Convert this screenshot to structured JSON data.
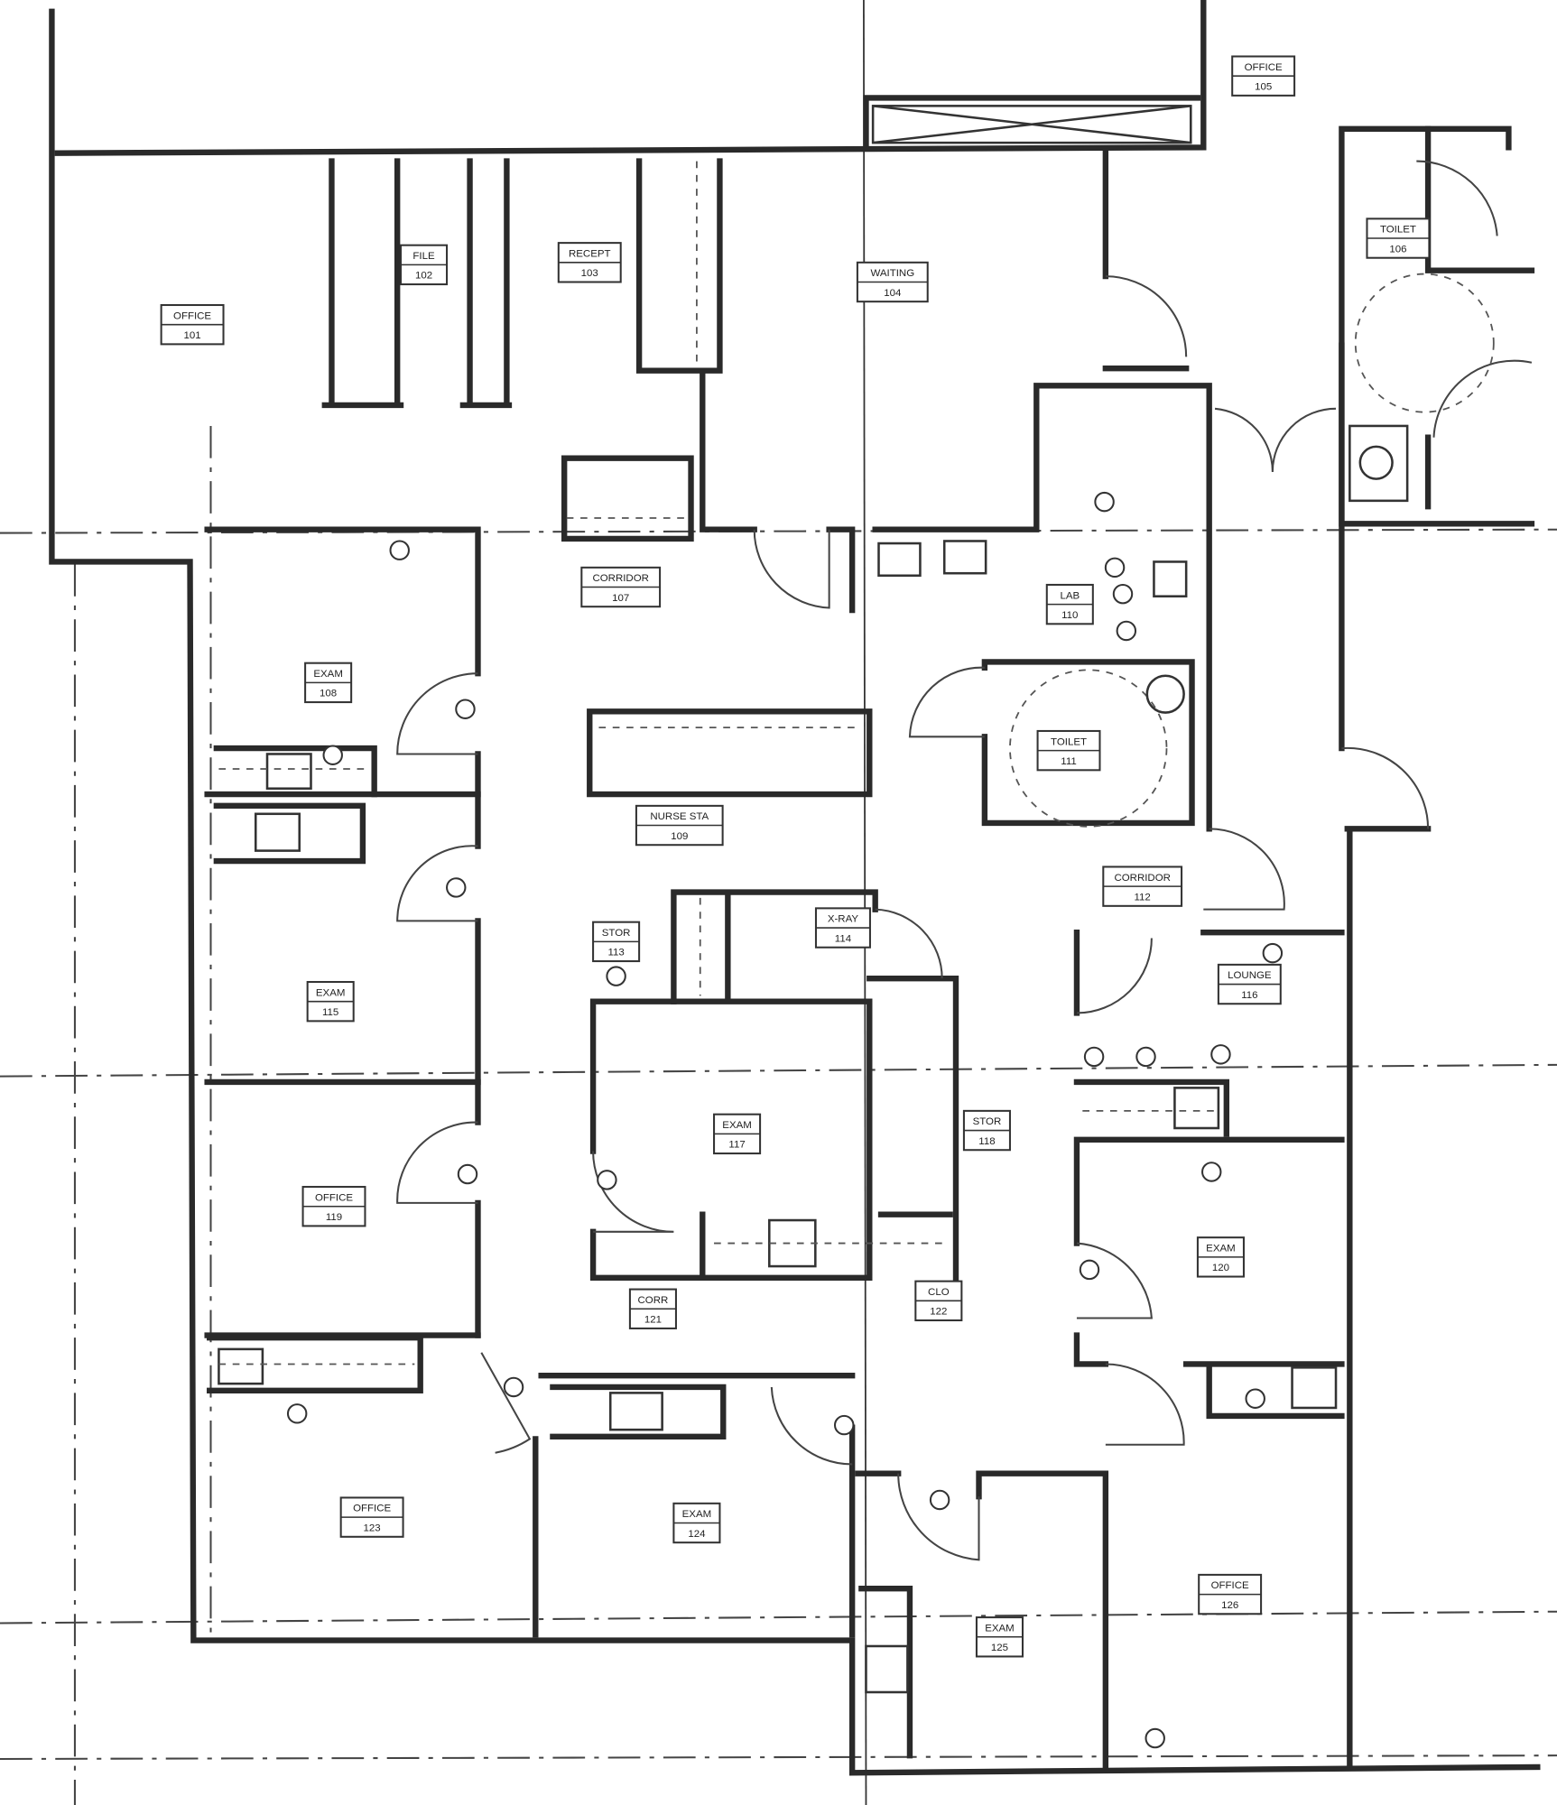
{
  "plan": {
    "rooms": [
      {
        "name": "OFFICE",
        "number": "101"
      },
      {
        "name": "FILE",
        "number": "102"
      },
      {
        "name": "RECEPT",
        "number": "103"
      },
      {
        "name": "WAITING",
        "number": "104"
      },
      {
        "name": "OFFICE",
        "number": "105"
      },
      {
        "name": "TOILET",
        "number": "106"
      },
      {
        "name": "CORRIDOR",
        "number": "107"
      },
      {
        "name": "EXAM",
        "number": "108"
      },
      {
        "name": "NURSE STA",
        "number": "109"
      },
      {
        "name": "LAB",
        "number": "110"
      },
      {
        "name": "TOILET",
        "number": "111"
      },
      {
        "name": "CORRIDOR",
        "number": "112"
      },
      {
        "name": "STOR",
        "number": "113"
      },
      {
        "name": "X-RAY",
        "number": "114"
      },
      {
        "name": "EXAM",
        "number": "115"
      },
      {
        "name": "LOUNGE",
        "number": "116"
      },
      {
        "name": "EXAM",
        "number": "117"
      },
      {
        "name": "STOR",
        "number": "118"
      },
      {
        "name": "OFFICE",
        "number": "119"
      },
      {
        "name": "EXAM",
        "number": "120"
      },
      {
        "name": "CORR",
        "number": "121"
      },
      {
        "name": "CLO",
        "number": "122"
      },
      {
        "name": "OFFICE",
        "number": "123"
      },
      {
        "name": "EXAM",
        "number": "124"
      },
      {
        "name": "EXAM",
        "number": "125"
      },
      {
        "name": "OFFICE",
        "number": "126"
      }
    ]
  }
}
